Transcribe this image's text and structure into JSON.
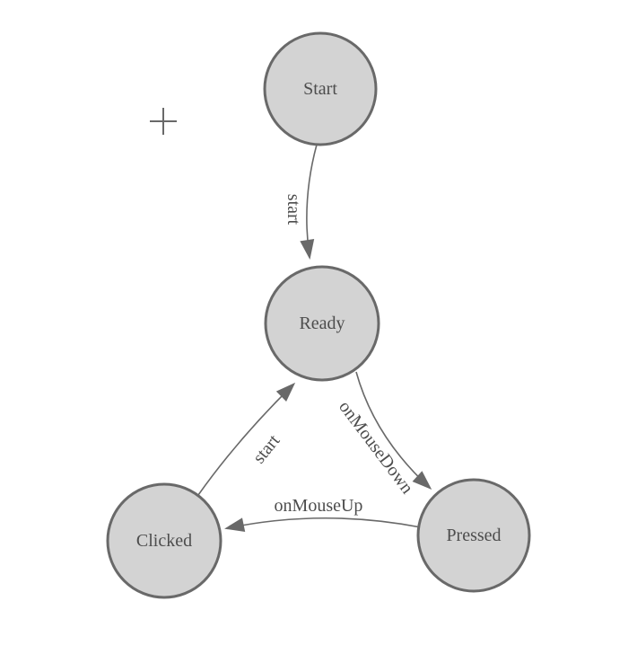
{
  "diagram": {
    "type": "state-machine-graph",
    "colors": {
      "background": "#ffffff",
      "node_fill": "#d3d3d3",
      "node_border": "#696969",
      "edge_line": "#696969",
      "arrowhead": "#696969",
      "label_text": "#4d4d4d"
    },
    "nodes": [
      {
        "id": "start",
        "label": "Start"
      },
      {
        "id": "ready",
        "label": "Ready"
      },
      {
        "id": "clicked",
        "label": "Clicked"
      },
      {
        "id": "pressed",
        "label": "Pressed"
      }
    ],
    "edges": [
      {
        "from": "Start",
        "to": "Ready",
        "label": "start"
      },
      {
        "from": "Ready",
        "to": "Pressed",
        "label": "onMouseDown"
      },
      {
        "from": "Pressed",
        "to": "Clicked",
        "label": "onMouseUp"
      },
      {
        "from": "Clicked",
        "to": "Ready",
        "label": "start"
      }
    ],
    "cursor": {
      "icon": "crosshair-plus"
    }
  }
}
